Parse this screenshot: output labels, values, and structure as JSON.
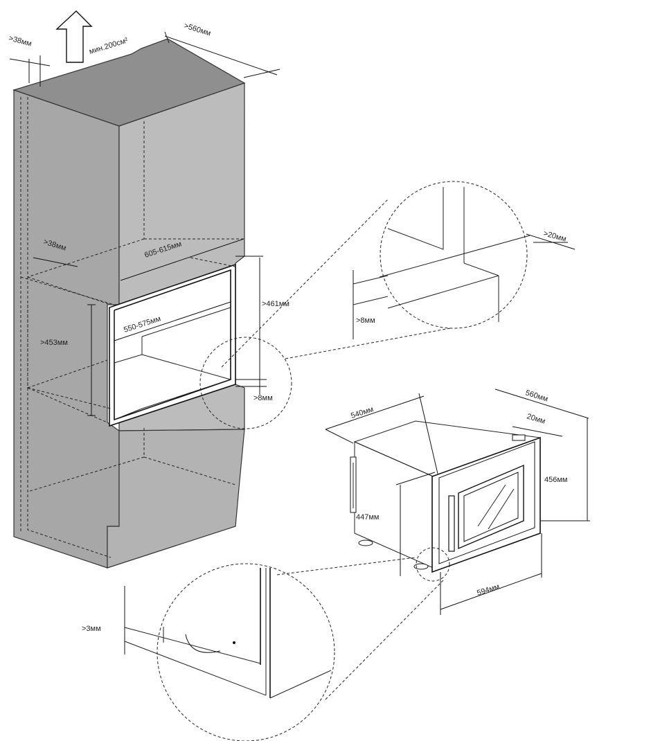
{
  "colors": {
    "cabinet_front": "#a9a9a9",
    "cabinet_side": "#bdbdbd",
    "cabinet_top": "#8f8f8f",
    "niche_interior": "#ffffff",
    "line": "#111111"
  },
  "icons": {
    "airflow": "arrow-up-outline-icon"
  },
  "labels": {
    "top_gap": ">38мм",
    "airflow_area": "мин.200см²",
    "cabinet_depth": ">560мм",
    "side_gap": ">38мм",
    "niche_width_outer": "605-615мм",
    "niche_width_inner": "550-575мм",
    "niche_height": ">461мм",
    "side_height": ">453мм",
    "bottom_gap": ">8мм",
    "detail_depth": ">20мм",
    "detail_bottom_gap": ">8мм",
    "appliance_depth": "540мм",
    "appliance_total_depth": "560мм",
    "door_depth": "20мм",
    "appliance_height": "456мм",
    "front_height": "447мм",
    "appliance_width": "594мм",
    "door_gap": ">3мм"
  }
}
